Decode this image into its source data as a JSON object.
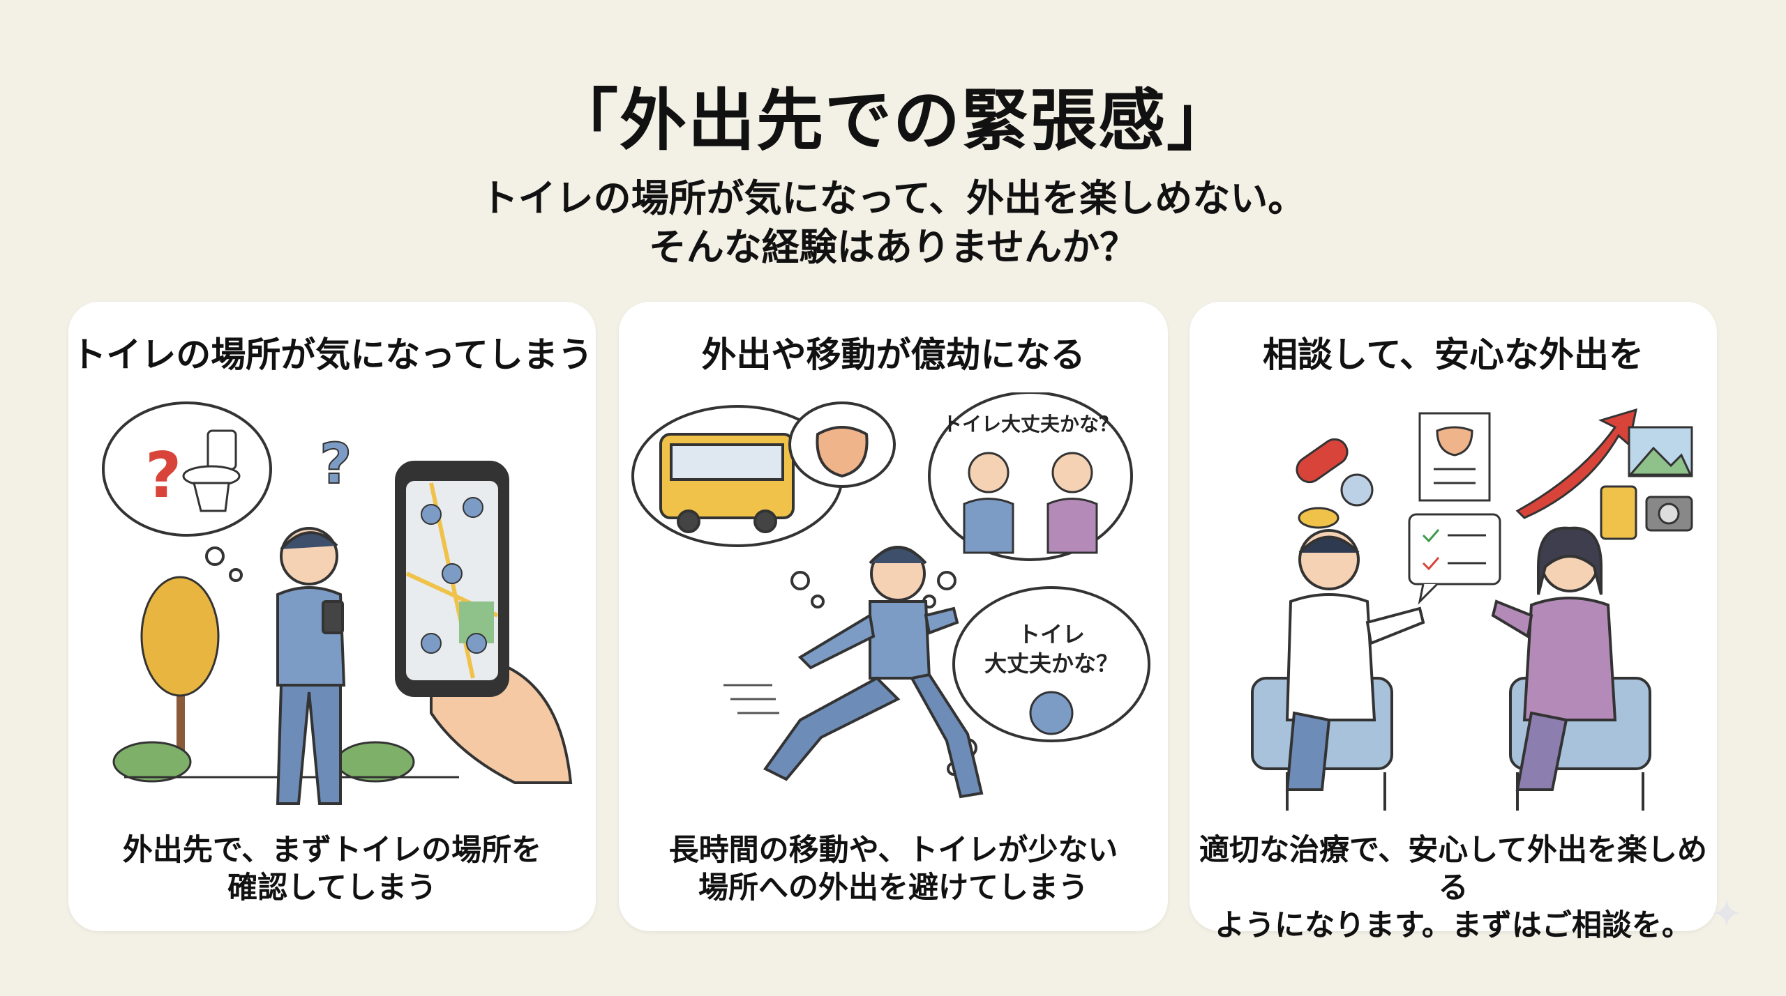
{
  "header": {
    "title": "「外出先での緊張感」",
    "subtitle_line1": "トイレの場所が気になって、外出を楽しめない。",
    "subtitle_line2": "そんな経験はありませんか？"
  },
  "cards": [
    {
      "title": "トイレの場所が気になってしまう",
      "caption_line1": "外出先で、まずトイレの場所を",
      "caption_line2": "確認してしまう"
    },
    {
      "title": "外出や移動が億劫になる",
      "bubble_text_1": "トイレ大丈夫かな？",
      "bubble_text_2a": "トイレ",
      "bubble_text_2b": "大丈夫かな？",
      "caption_line1": "長時間の移動や、トイレが少ない",
      "caption_line2": "場所への外出を避けてしまう"
    },
    {
      "title": "相談して、安心な外出を",
      "caption_line1": "適切な治療で、安心して外出を楽しめる",
      "caption_line2": "ようになります。まずはご相談を。"
    }
  ],
  "colors": {
    "background": "#f3f1e6",
    "card": "#ffffff",
    "shirt_blue": "#7c9cc6",
    "shirt_purple": "#b48bb8",
    "accent_red": "#d9443a",
    "bus_yellow": "#f0c24a",
    "map_green": "#8fc28a"
  }
}
